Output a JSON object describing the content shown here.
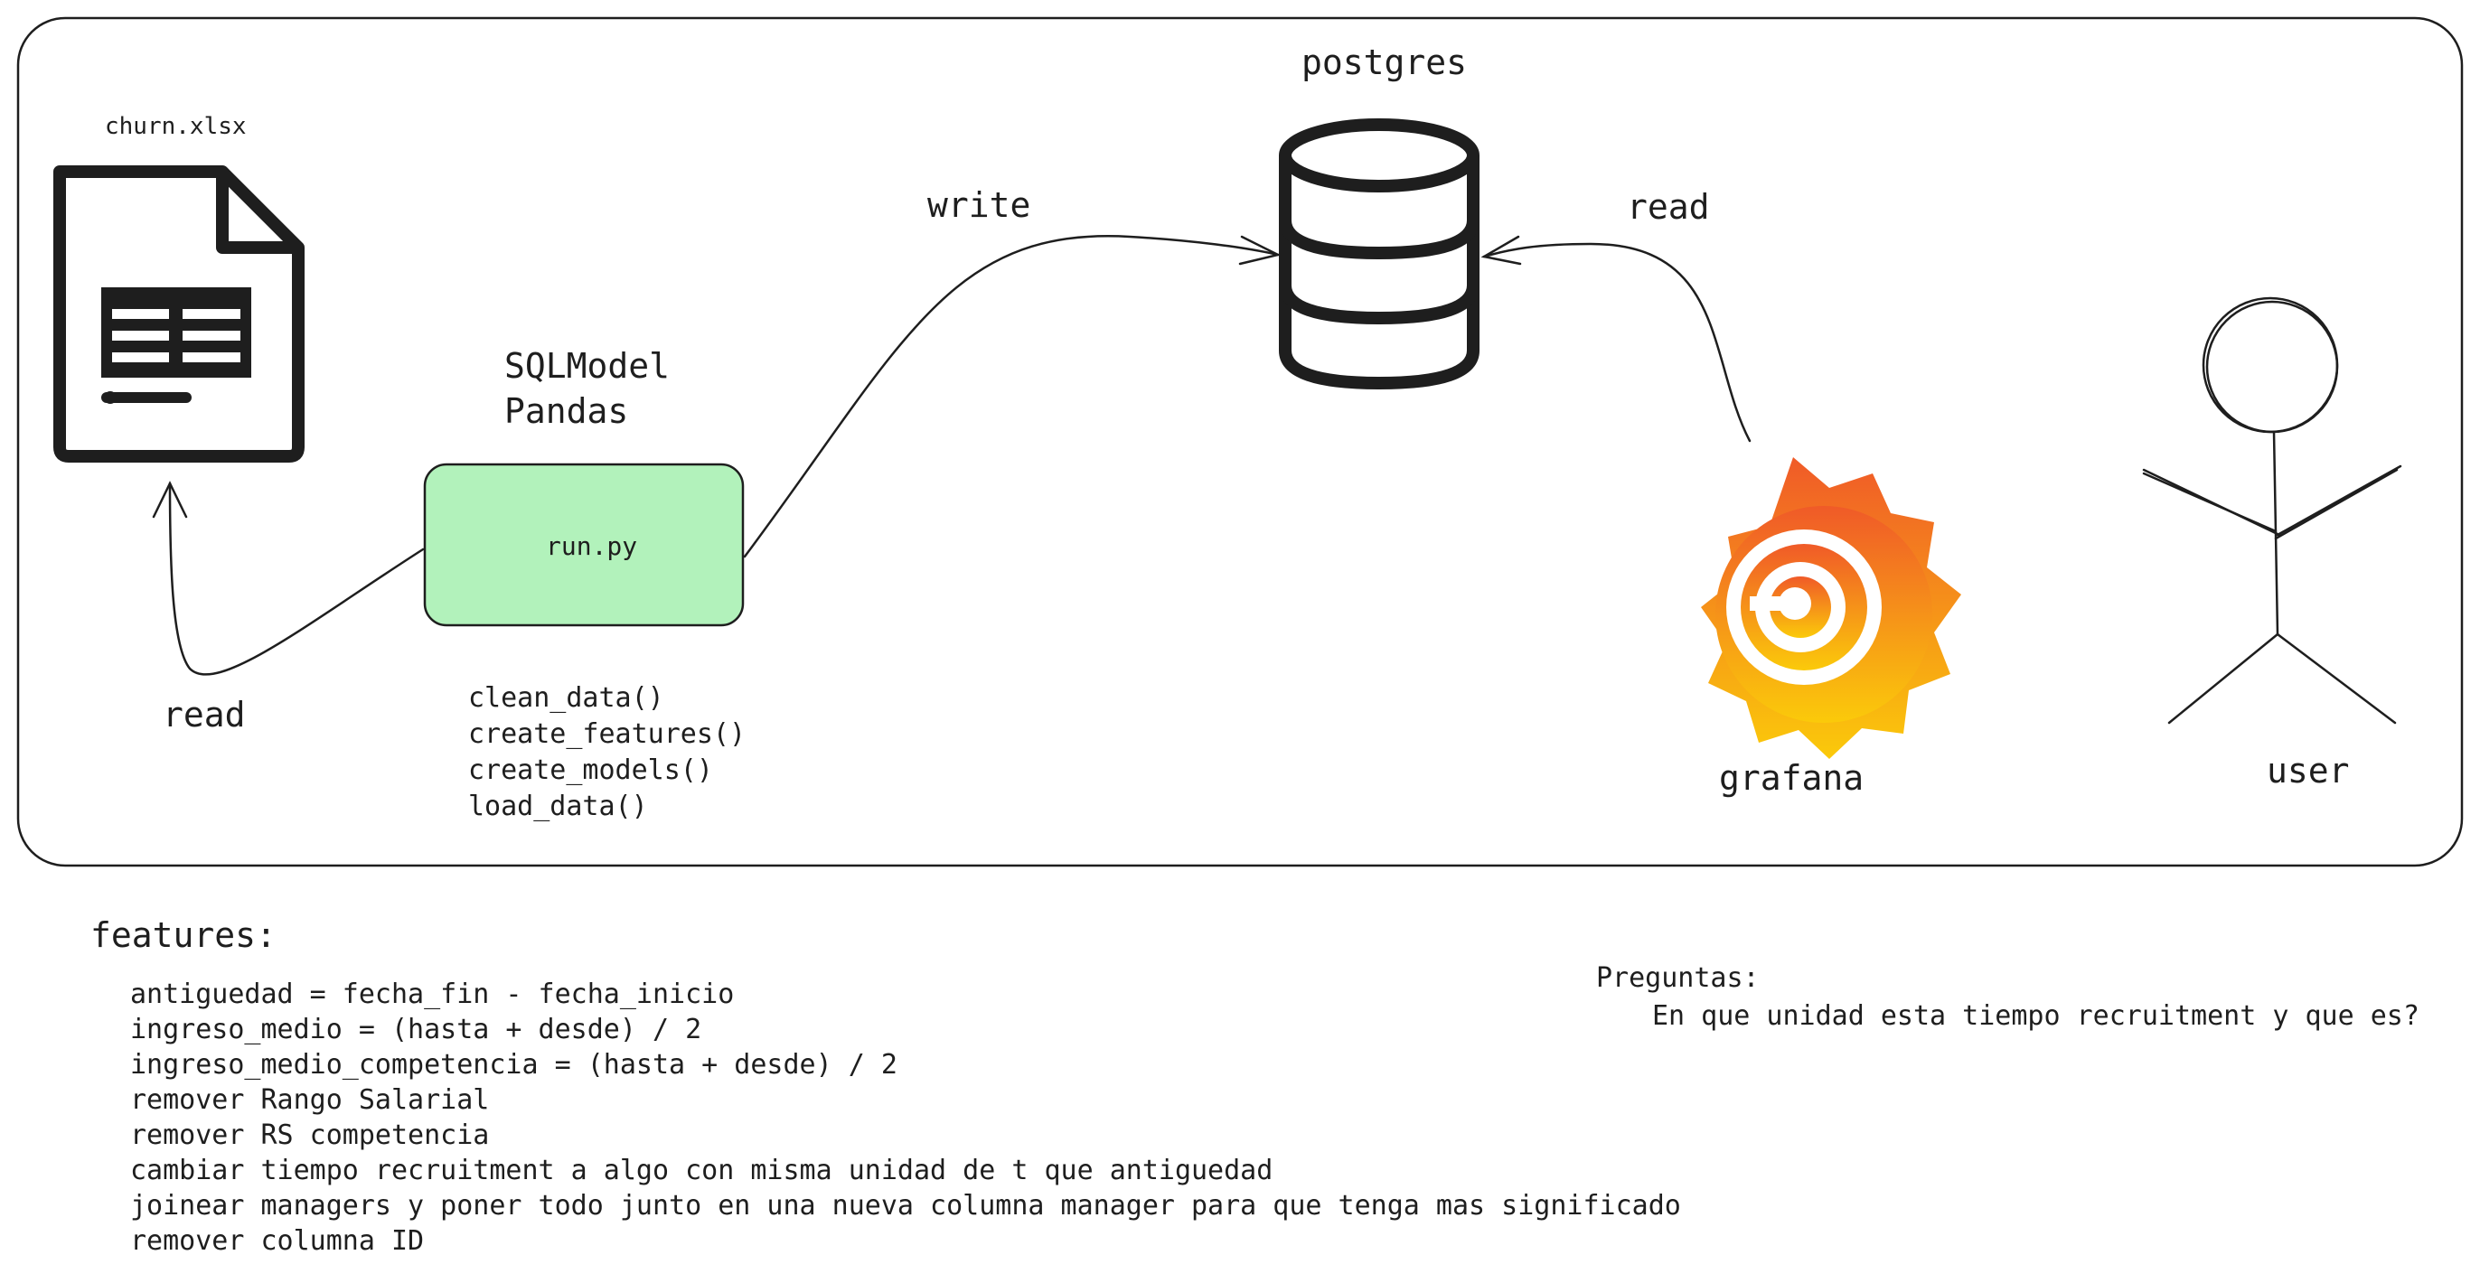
{
  "diagram": {
    "file_label": "churn.xlsx",
    "tech_label_1": "SQLModel",
    "tech_label_2": "Pandas",
    "script_label": "run.py",
    "functions": [
      "clean_data()",
      "create_features()",
      "create_models()",
      "load_data()"
    ],
    "read_left_label": "read",
    "write_label": "write",
    "db_label": "postgres",
    "read_right_label": "read",
    "grafana_label": "grafana",
    "user_label": "user"
  },
  "notes": {
    "features_title": "features:",
    "features_items": [
      "antiguedad = fecha_fin - fecha_inicio",
      "ingreso_medio = (hasta + desde) / 2",
      "ingreso_medio_competencia = (hasta + desde) / 2",
      "remover Rango Salarial",
      "remover RS competencia",
      "cambiar tiempo recruitment a algo con misma unidad de t que antiguedad",
      "joinear managers y poner todo junto en una nueva columna manager para que tenga mas significado",
      "remover columna ID"
    ],
    "questions_title": "Preguntas:",
    "questions_items": [
      "En que unidad esta tiempo recruitment y que es?"
    ]
  },
  "colors": {
    "stroke": "#1e1e1e",
    "script_fill": "#b2f2bb",
    "grafana_top": "#f05a28",
    "grafana_bottom": "#fbca0a"
  }
}
